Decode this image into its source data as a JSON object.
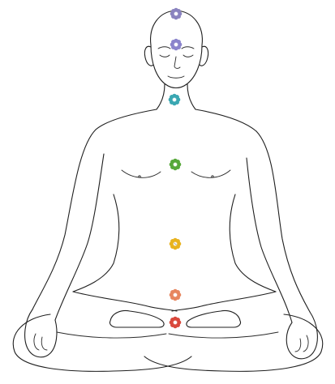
{
  "illustration": {
    "subject": "meditating-figure-lotus-pose",
    "background": "#ffffff",
    "line_color": "#1f1f1f"
  },
  "chakras": [
    {
      "name": "crown",
      "color": "#8a83bf"
    },
    {
      "name": "third-eye",
      "color": "#8b84cc"
    },
    {
      "name": "throat",
      "color": "#3aa7b2"
    },
    {
      "name": "heart",
      "color": "#57a83a"
    },
    {
      "name": "solar-plexus",
      "color": "#e8b31f"
    },
    {
      "name": "sacral",
      "color": "#e7865f"
    },
    {
      "name": "root",
      "color": "#d9483c"
    }
  ]
}
